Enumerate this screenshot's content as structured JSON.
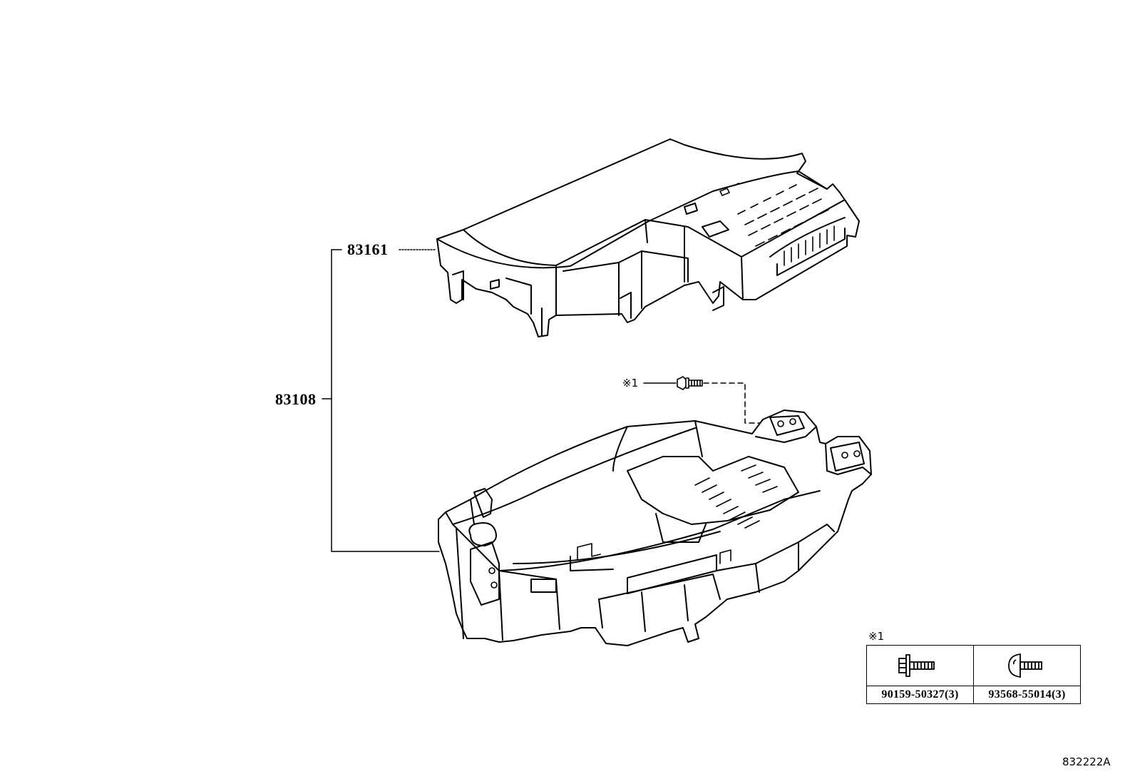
{
  "parts": {
    "upper_cover": "83161",
    "assembly": "83108"
  },
  "fastener_note": {
    "marker": "※1",
    "table_marker": "※1",
    "items": [
      {
        "part_number": "90159-50327(3)",
        "icon": "hex-flange-bolt-icon"
      },
      {
        "part_number": "93568-55014(3)",
        "icon": "round-head-screw-icon"
      }
    ]
  },
  "figure_id": "832222A"
}
